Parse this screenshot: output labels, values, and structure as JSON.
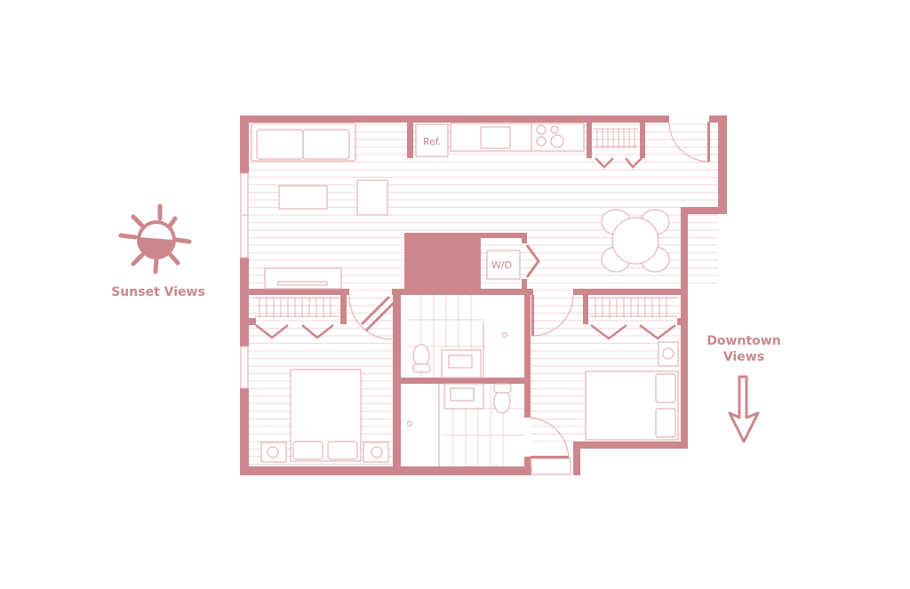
{
  "plan": {
    "fridge_label": "Ref.",
    "washer_dryer_label": "W/D"
  },
  "annotations": {
    "west": {
      "label": "Sunset Views",
      "icon": "sun-icon"
    },
    "east": {
      "line1": "Downtown",
      "line2": "Views",
      "icon": "arrow-down-icon"
    }
  },
  "colors": {
    "wall": "#cc878c",
    "fixture": "#e4b4b8",
    "hatch": "#f3dcde"
  }
}
